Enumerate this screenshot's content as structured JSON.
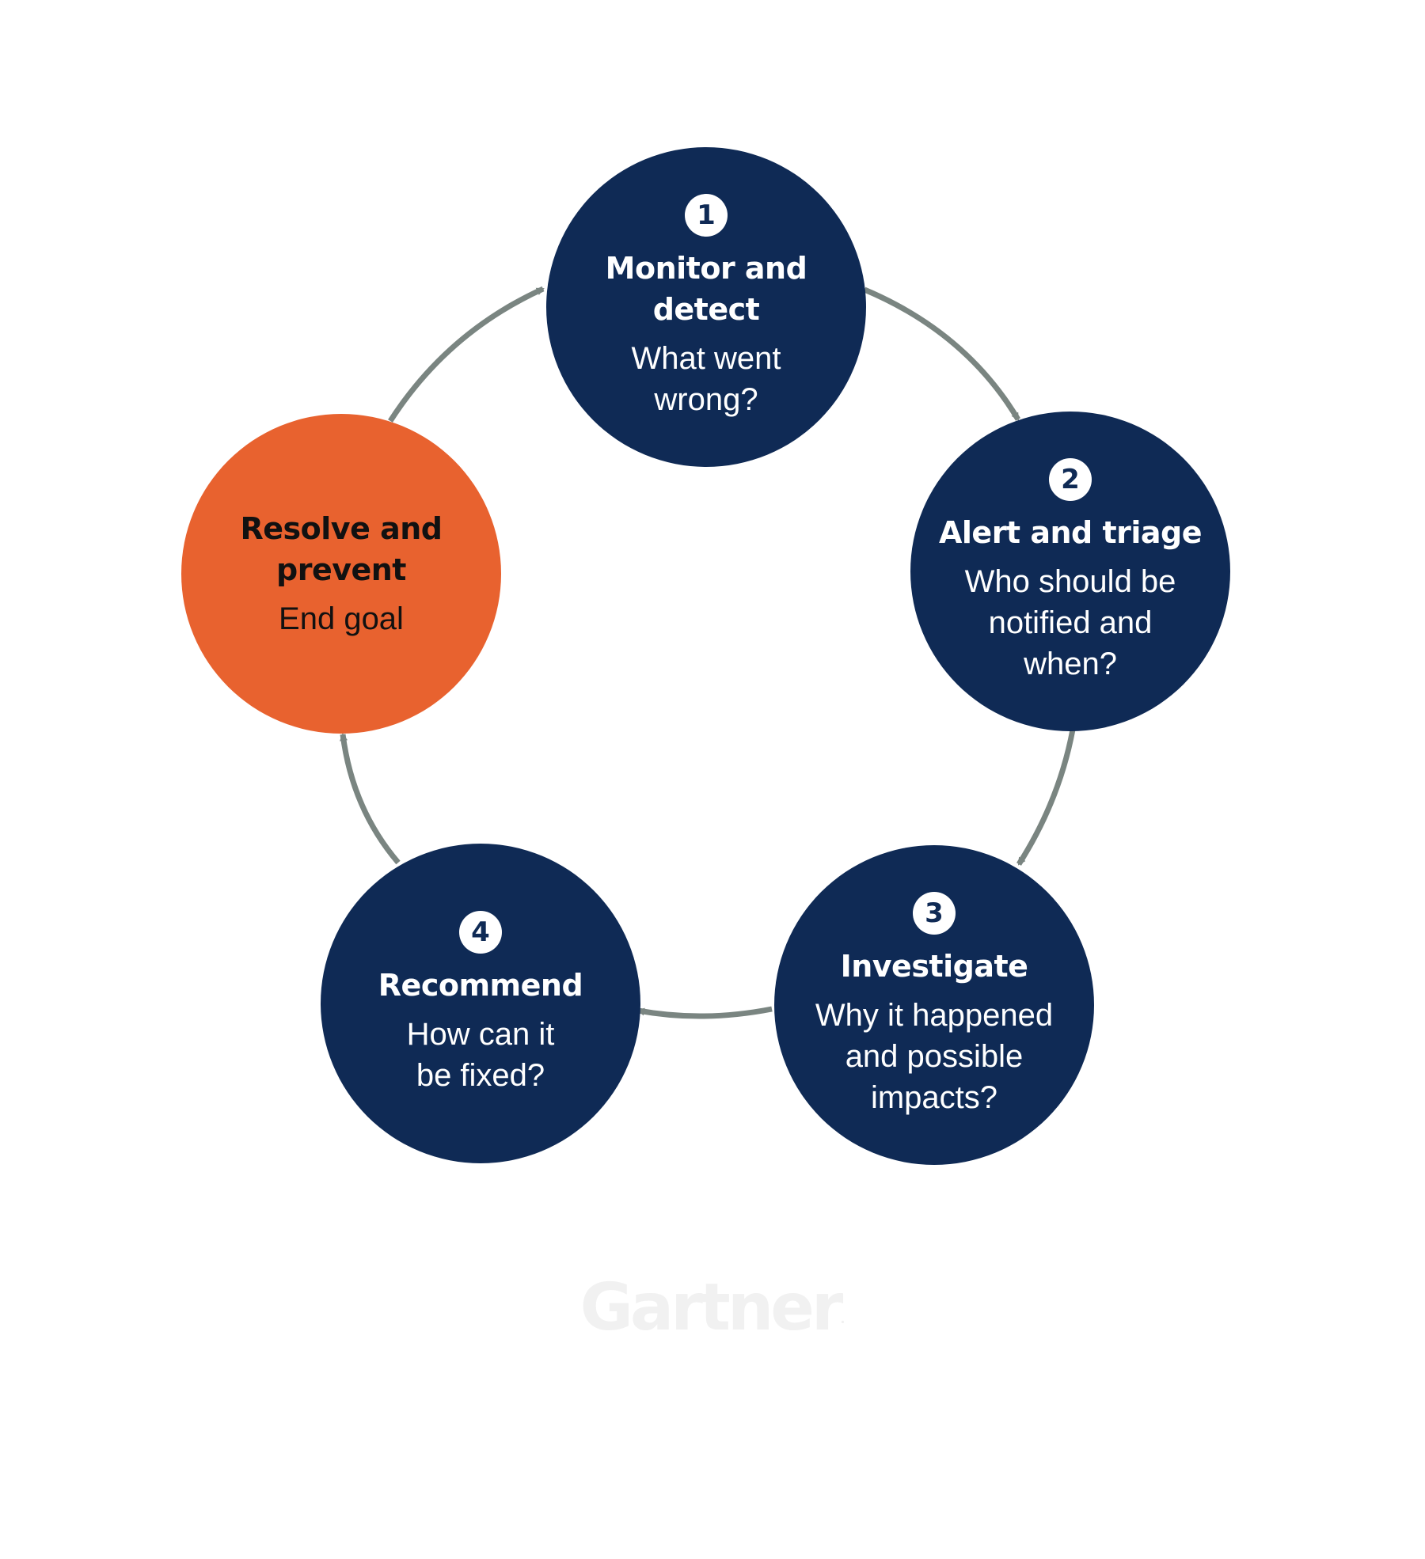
{
  "colors": {
    "navy": "#0f2a55",
    "orange": "#e8622f",
    "arrow": "#7a8581",
    "watermark": "#f1f1f1"
  },
  "steps": [
    {
      "number": "1",
      "title": "Monitor and\ndetect",
      "subtitle": "What went\nwrong?"
    },
    {
      "number": "2",
      "title": "Alert and triage",
      "subtitle": "Who should be\nnotified and\nwhen?"
    },
    {
      "number": "3",
      "title": "Investigate",
      "subtitle": "Why it happened\nand possible\nimpacts?"
    },
    {
      "number": "4",
      "title": "Recommend",
      "subtitle": "How can it\nbe fixed?"
    }
  ],
  "goal": {
    "title": "Resolve and\nprevent",
    "subtitle": "End goal"
  },
  "watermark": {
    "text": "Gartner",
    "mark": "."
  }
}
